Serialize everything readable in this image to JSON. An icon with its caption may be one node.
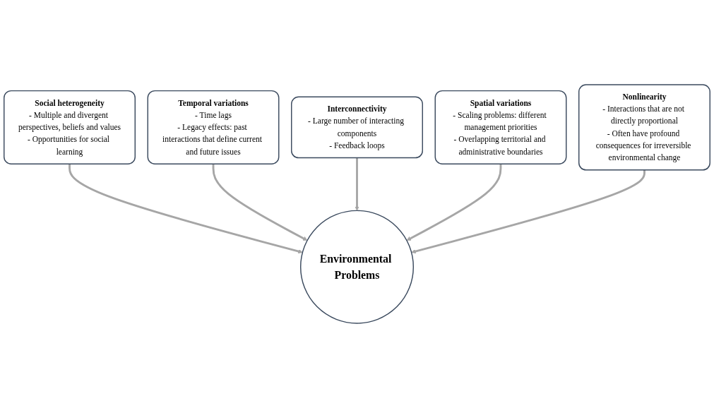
{
  "diagram": {
    "nodes": [
      {
        "text": [
          "Social heterogeneity",
          "- Multiple and divergent perspectives, beliefs and values",
          "- Opportunities for social learning"
        ]
      },
      {
        "text": [
          "Temporal variations",
          "- Time lags",
          "- Legacy effects: past interactions that define current and future issues"
        ]
      },
      {
        "text": [
          "Interconnectivity",
          "- Large number of interacting components",
          "- Feedback loops"
        ]
      },
      {
        "text": [
          "Spatial variations",
          "- Scaling problems: different management priorities",
          "- Overlapping territorial and administrative boundaries"
        ]
      },
      {
        "text": [
          "Environmental Problems"
        ]
      },
      {
        "text": [
          "Nonlinearity",
          "- Interactions that are not directly proportional",
          "- Often have profound consequences for irreversible environmental change"
        ]
      }
    ],
    "edges": [
      {
        "from": 0,
        "to": 4,
        "arrow": "to"
      },
      {
        "from": 1,
        "to": 4,
        "arrow": "to"
      },
      {
        "from": 2,
        "to": 4,
        "arrow": "to"
      },
      {
        "from": 3,
        "to": 4,
        "arrow": "to"
      },
      {
        "from": 5,
        "to": 4,
        "arrow": "to"
      }
    ]
  }
}
